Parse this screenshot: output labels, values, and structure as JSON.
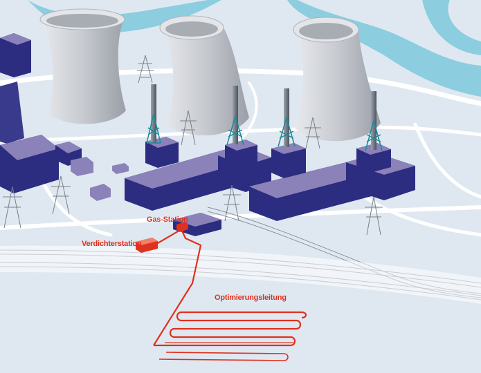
{
  "labels": {
    "gas_station": "Gas-Station",
    "compressor_station": "Verdichterstation",
    "optimization_pipeline": "Optimierungsleitung"
  },
  "colors": {
    "ground": "#dfe8f1",
    "roads": "#ffffff",
    "river": "#8ccde0",
    "buildings_top": "#8a82b8",
    "buildings_side": "#2c2c80",
    "buildings_dark": "#3a3a8c",
    "cooling_tower": "#c9ccd2",
    "chimney": "#6b7680",
    "chimney_frame": "#1a8a9a",
    "pylons": "#7a7f86",
    "pipeline": "#e0301e",
    "label_text": "#e0301e"
  },
  "icons": [
    "cooling-tower-icon",
    "chimney-icon",
    "power-pylon-icon",
    "pipeline-icon"
  ]
}
